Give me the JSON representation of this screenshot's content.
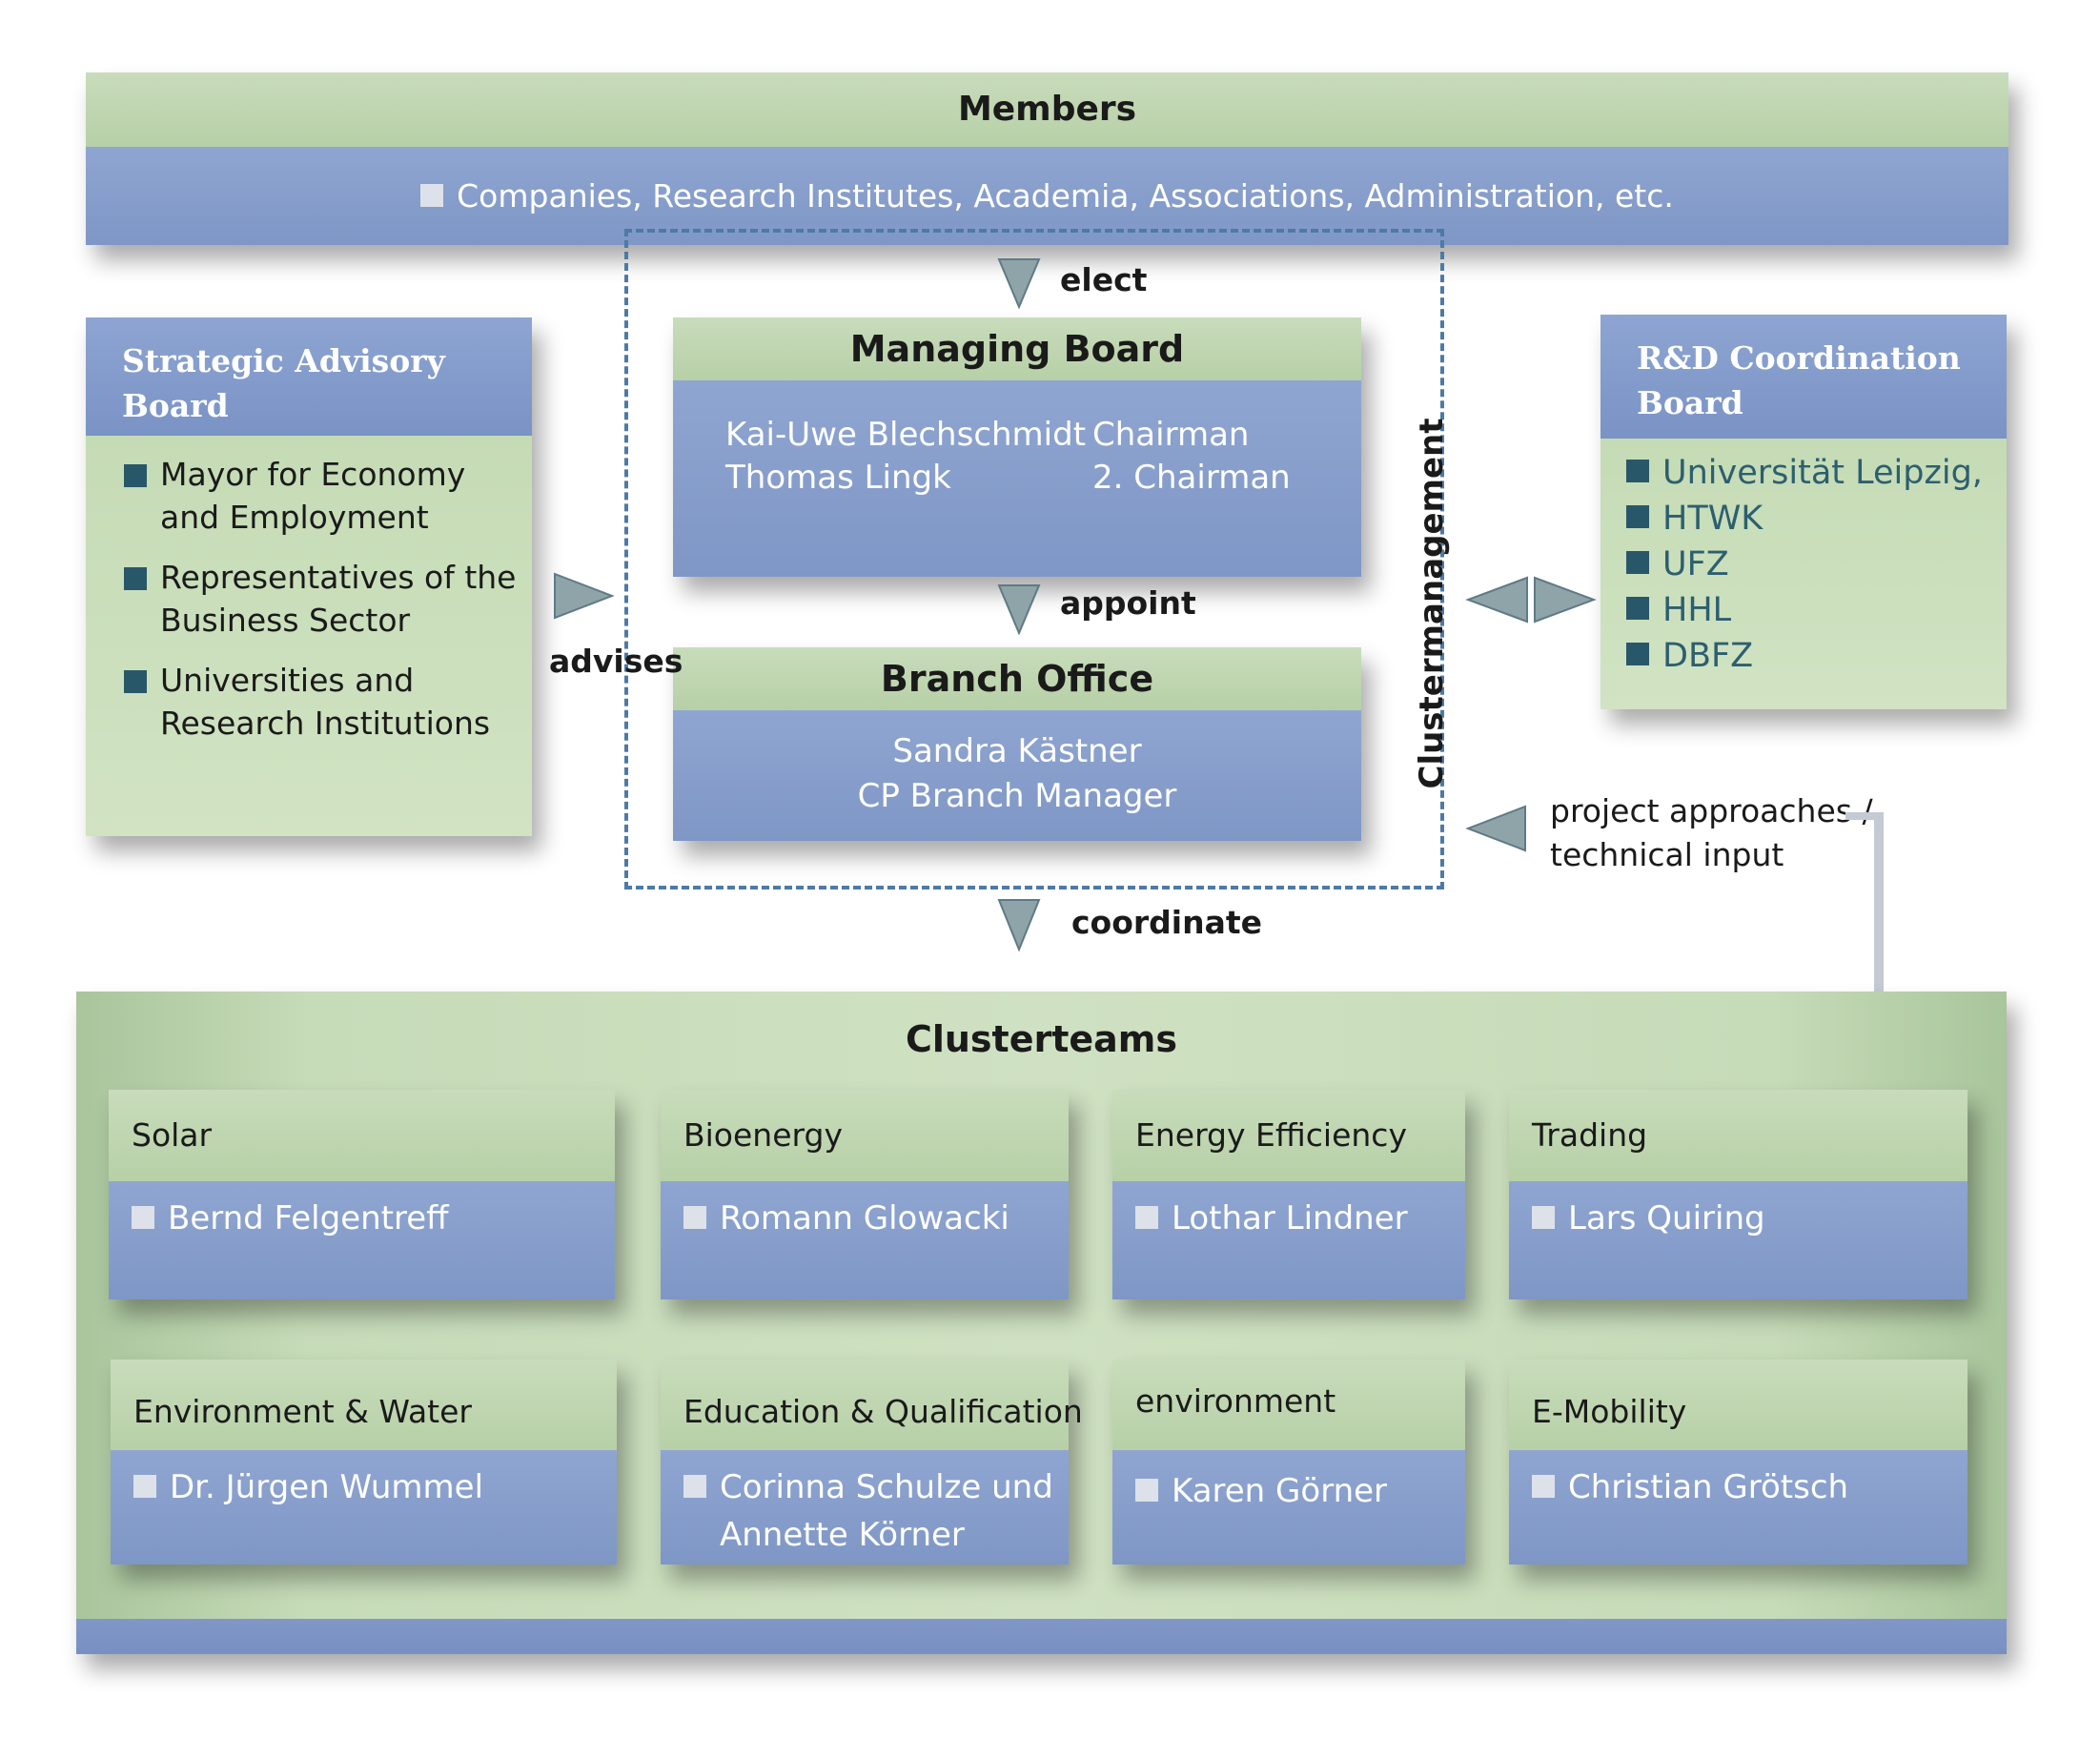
{
  "members": {
    "title": "Members",
    "items": "Companies, Research Institutes, Academia, Associations, Administration, etc."
  },
  "strategic_advisory_board": {
    "title_line1": "Strategic Advisory",
    "title_line2": "Board",
    "items": [
      {
        "line1": "Mayor for Economy",
        "line2": "and Employment"
      },
      {
        "line1": "Representatives of the",
        "line2": "Business Sector"
      },
      {
        "line1": "Universities and",
        "line2": "Research Institutions"
      }
    ]
  },
  "rd_board": {
    "title_line1": "R&D Coordination",
    "title_line2": "Board",
    "items": [
      "Universität Leipzig,",
      "HTWK",
      "UFZ",
      "HHL",
      "DBFZ"
    ]
  },
  "managing_board": {
    "title": "Managing Board",
    "names": [
      "Kai-Uwe Blechschmidt",
      "Thomas Lingk"
    ],
    "roles": [
      "Chairman",
      "2. Chairman"
    ]
  },
  "branch_office": {
    "title": "Branch Office",
    "name": "Sandra Kästner",
    "role": "CP Branch Manager"
  },
  "labels": {
    "elect": "elect",
    "appoint": "appoint",
    "advises": "advises",
    "coordinate": "coordinate",
    "clustermanagement": "Clustermanagement",
    "project_line1": "project approaches /",
    "project_line2": "technical input"
  },
  "clusterteams": {
    "title": "Clusterteams",
    "teams": [
      {
        "name": "Solar",
        "lead": "Bernd Felgentreff",
        "lead2": ""
      },
      {
        "name": "Bioenergy",
        "lead": "Romann Glowacki",
        "lead2": ""
      },
      {
        "name": "Energy Efficiency",
        "lead": "Lothar Lindner",
        "lead2": ""
      },
      {
        "name": "Trading",
        "lead": "Lars Quiring",
        "lead2": ""
      },
      {
        "name": "Environment & Water",
        "lead": "Dr. Jürgen Wummel",
        "lead2": ""
      },
      {
        "name": "Education & Qualification",
        "lead": "Corinna Schulze und",
        "lead2": "Annette Körner"
      },
      {
        "name": "environment",
        "lead": "Karen Görner",
        "lead2": ""
      },
      {
        "name": "E-Mobility",
        "lead": "Christian Grötsch",
        "lead2": ""
      }
    ]
  },
  "colors": {
    "green": "#c5dbb5",
    "blue": "#8097c7",
    "dark_square": "#29576a",
    "dashed_border": "#4d7aa6",
    "arrow": "#8fa4a8"
  }
}
